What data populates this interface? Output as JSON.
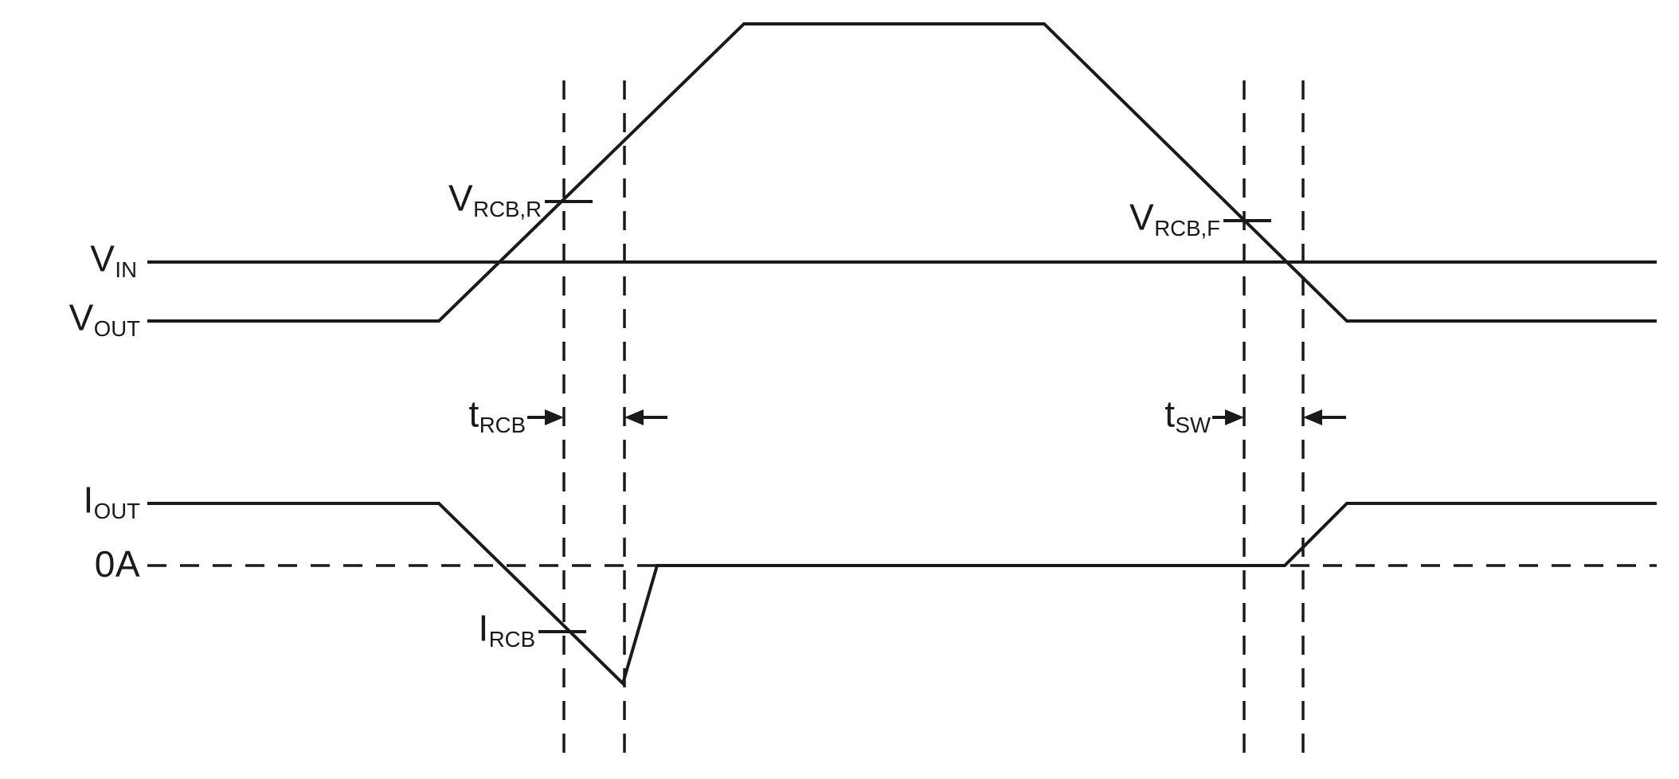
{
  "diagram": {
    "title": "reverse-current-blocking-timing-diagram",
    "colors": {
      "line": "#1a1a1a",
      "background": "#ffffff"
    },
    "labels": {
      "vin": {
        "base": "V",
        "sub": "IN"
      },
      "vout": {
        "base": "V",
        "sub": "OUT"
      },
      "iout": {
        "base": "I",
        "sub": "OUT"
      },
      "zero_amp": "0A",
      "vrcbr": {
        "base": "V",
        "sub": "RCB,R"
      },
      "vrcbf": {
        "base": "V",
        "sub": "RCB,F"
      },
      "trcb": {
        "base": "t",
        "sub": "RCB"
      },
      "tsw": {
        "base": "t",
        "sub": "SW"
      },
      "ircb": {
        "base": "I",
        "sub": "RCB"
      }
    },
    "waveforms": {
      "vout_shape": "low, rises through VIN at rising threshold VRCB,R, plateaus high, falls through VIN at falling threshold VRCB,F, returns low",
      "iout_shape": "positive, ramps negative to IRCB minimum during tRCB, snaps back to 0A, stays at 0A, ramps back positive after tSW"
    }
  }
}
